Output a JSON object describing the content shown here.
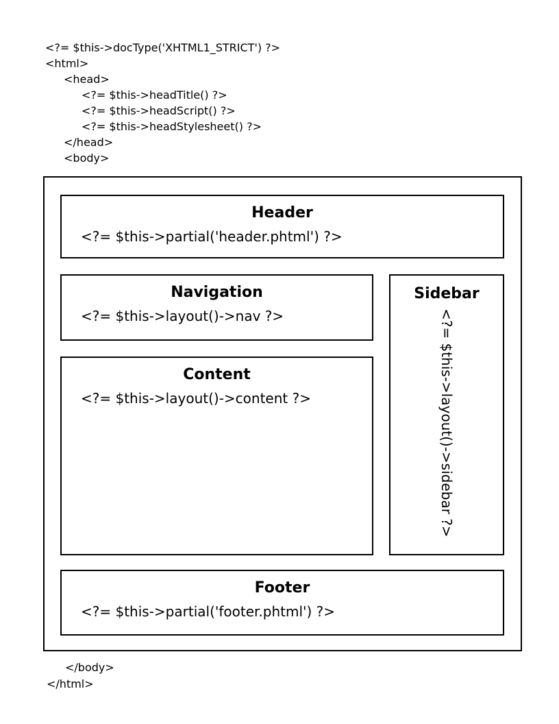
{
  "colors": {
    "background": "#ffffff",
    "border": "#000000",
    "text": "#000000"
  },
  "code_top": {
    "lines": [
      "<?= $this->docType('XHTML1_STRICT') ?>",
      "<html>",
      "<head>",
      "<?= $this->headTitle() ?>",
      "<?= $this->headScript() ?>",
      "<?= $this->headStylesheet() ?>",
      "</head>",
      "<body>"
    ]
  },
  "layout_diagram": {
    "header": {
      "title": "Header",
      "code": "<?= $this->partial('header.phtml') ?>"
    },
    "navigation": {
      "title": "Navigation",
      "code": "<?= $this->layout()->nav ?>"
    },
    "sidebar": {
      "title": "Sidebar",
      "code": "<?= $this->layout()->sidebar ?>"
    },
    "content": {
      "title": "Content",
      "code": "<?= $this->layout()->content ?>"
    },
    "footer": {
      "title": "Footer",
      "code": "<?= $this->partial('footer.phtml') ?>"
    }
  },
  "code_bottom": {
    "lines": [
      "</body>",
      "</html>"
    ]
  }
}
